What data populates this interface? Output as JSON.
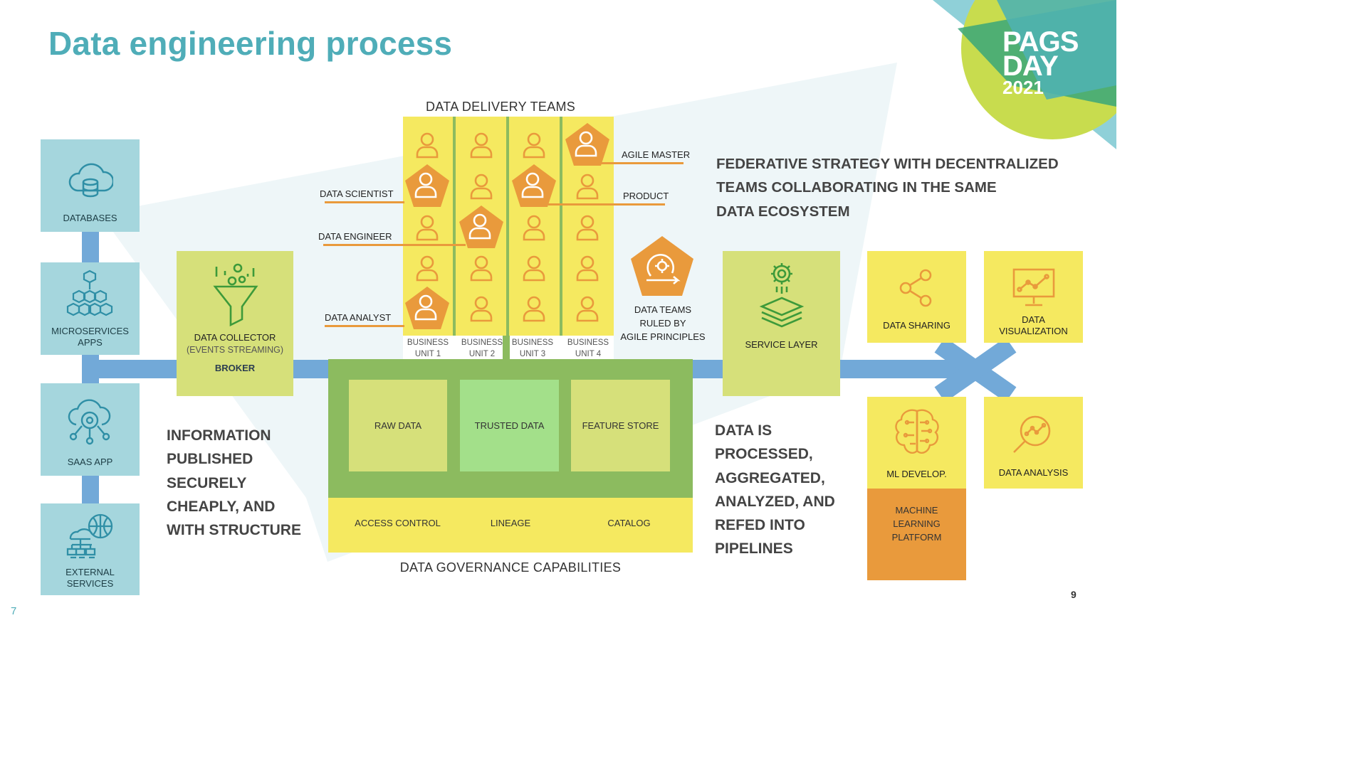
{
  "title": "Data engineering process",
  "brand": {
    "line1": "PAGS",
    "line2": "DAY",
    "line3": "2021"
  },
  "sources": [
    {
      "label": "DATABASES",
      "icon": "cloud-database-icon"
    },
    {
      "label": "MICROSERVICES\nAPPS",
      "icon": "cubes-icon"
    },
    {
      "label": "SAAS APP",
      "icon": "cloud-gear-icon"
    },
    {
      "label": "EXTERNAL\nSERVICES",
      "icon": "globe-network-icon"
    }
  ],
  "collector": {
    "line1": "DATA COLLECTOR",
    "line2": "(EVENTS STREAMING)",
    "broker": "BROKER",
    "icon": "funnel-icon"
  },
  "delivery": {
    "heading": "DATA DELIVERY TEAMS",
    "units": [
      "BUSINESS\nUNIT 1",
      "BUSINESS\nUNIT 2",
      "BUSINESS\nUNIT 3",
      "BUSINESS\nUNIT 4"
    ],
    "roles": {
      "scientist": "DATA SCIENTIST",
      "engineer": "DATA ENGINEER",
      "analyst": "DATA ANALYST",
      "agile_master": "AGILE MASTER",
      "product": "PRODUCT"
    },
    "agile_note": "DATA TEAMS\nRULED BY\nAGILE PRINCIPLES"
  },
  "federative": "FEDERATIVE STRATEGY WITH DECENTRALIZED\nTEAMS COLLABORATING IN THE SAME\nDATA ECOSYSTEM",
  "info_text": "INFORMATION\nPUBLISHED\nSECURELY\nCHEAPLY, AND\nWITH STRUCTURE",
  "storage": {
    "raw": "RAW DATA",
    "trusted": "TRUSTED DATA",
    "feature": "FEATURE STORE"
  },
  "governance": {
    "access": "ACCESS CONTROL",
    "lineage": "LINEAGE",
    "catalog": "CATALOG",
    "heading": "DATA GOVERNANCE CAPABILITIES"
  },
  "processed_text": "DATA IS\nPROCESSED,\nAGGREGATED,\nANALYZED, AND\nREFED INTO\nPIPELINES",
  "service_layer": "SERVICE LAYER",
  "consumers": {
    "sharing": "DATA SHARING",
    "visualization": "DATA\nVISUALIZATION",
    "ml": "ML DEVELOP.",
    "analysis": "DATA ANALYSIS",
    "ml_platform": "MACHINE\nLEARNING\nPLATFORM"
  },
  "page_left": "7",
  "page_right": "9",
  "colors": {
    "title": "#4fadb8",
    "teal": "#a5d6dd",
    "blue": "#72a9d8",
    "yellow": "#f5e960",
    "lime": "#d6e07a",
    "green": "#8cbb5f",
    "orange": "#e99a3c"
  }
}
